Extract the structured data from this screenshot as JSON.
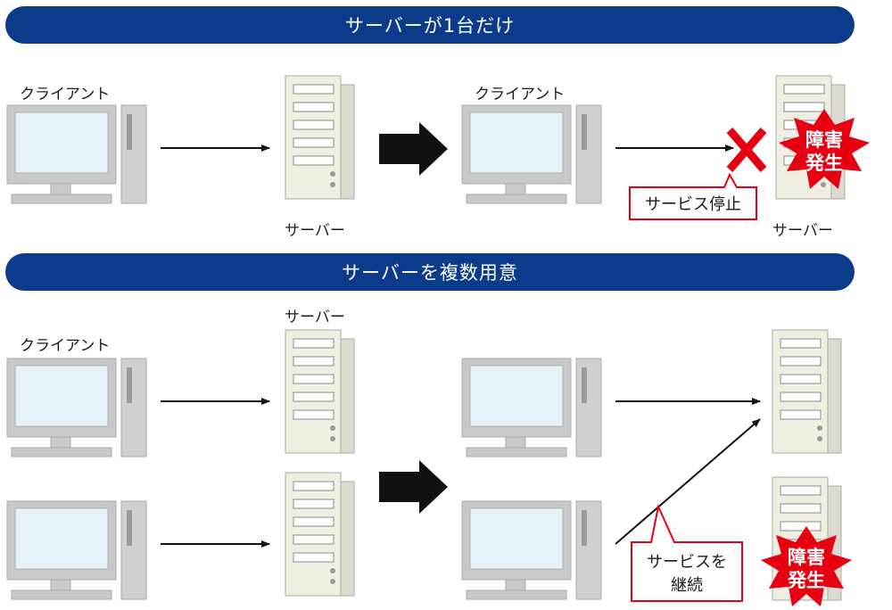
{
  "sections": [
    {
      "title": "サーバーが1台だけ"
    },
    {
      "title": "サーバーを複数用意"
    }
  ],
  "labels": {
    "client": "クライアント",
    "server": "サーバー"
  },
  "callouts": {
    "service_stop": "サービス停止",
    "service_continue_line1": "サービスを",
    "service_continue_line2": "継続"
  },
  "failure_badge": {
    "line1": "障害",
    "line2": "発生"
  },
  "colors": {
    "banner": "#0d3b8c",
    "monitor_frame": "#c9c9c9",
    "screen": "#e6f3fb",
    "server_body": "#efeee0",
    "alert_red": "#e60012",
    "arrow_dark": "#111111"
  }
}
